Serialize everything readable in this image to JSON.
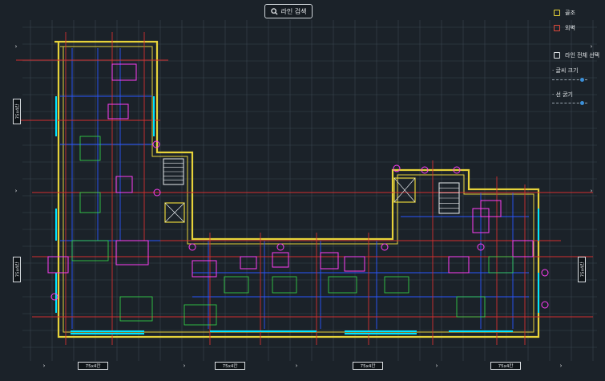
{
  "toolbar": {
    "search_label": "라인 검색"
  },
  "layers": [
    {
      "label": "골조",
      "color": "#e6d23a"
    },
    {
      "label": "외벽",
      "color": "#e0493c"
    }
  ],
  "panel": {
    "select_all_label": "라인 전체 선택",
    "font_size_label": "· 글씨 크기",
    "line_width_label": "· 선 굵기",
    "font_size_level": 0.85,
    "line_width_level": 0.85
  },
  "dimensions": {
    "bottom": [
      "75x4칸",
      "75x4칸",
      "75x4칸",
      "75x4칸"
    ],
    "left": [
      "75x4칸",
      "75x4칸"
    ],
    "right": "75x4칸"
  },
  "colors": {
    "background": "#1b2229",
    "grid": "#3a4650",
    "outer_wall": "#e6d23a",
    "partition": "#d32f2f",
    "window": "#00e5ff",
    "fixture": "#ff3ef5",
    "room_text": "#35e04a",
    "structure": "#2a56ff"
  }
}
